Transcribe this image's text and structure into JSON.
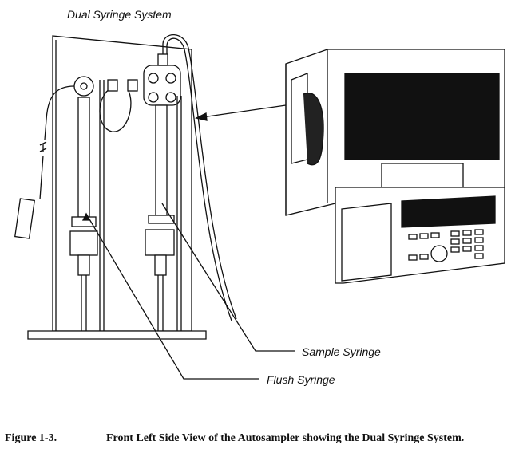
{
  "figure": {
    "title": "Dual Syringe System",
    "labels": {
      "sample_syringe": "Sample Syringe",
      "flush_syringe": "Flush Syringe"
    },
    "caption_number": "Figure 1-3.",
    "caption_text": "Front Left Side View of the Autosampler showing the Dual Syringe System."
  }
}
